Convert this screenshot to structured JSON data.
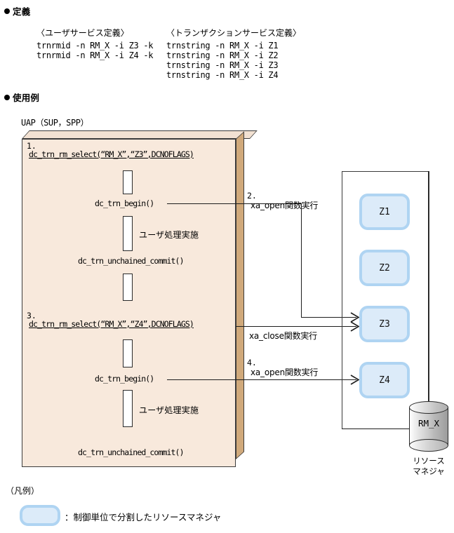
{
  "sections": {
    "definition_heading": "定義",
    "usage_heading": "使用例",
    "legend_heading": "（凡例）"
  },
  "definition": {
    "user_service": {
      "title": "〈ユーザサービス定義〉",
      "lines": [
        "trnrmid -n RM_X -i Z3 -k",
        "trnrmid -n RM_X -i Z4 -k"
      ]
    },
    "transaction_service": {
      "title": "〈トランザクションサービス定義〉",
      "lines": [
        "trnstring -n RM_X -i Z1",
        "trnstring -n RM_X -i Z2",
        "trnstring -n RM_X -i Z3",
        "trnstring -n RM_X -i Z4"
      ]
    }
  },
  "uap": {
    "caption": "UAP（SUP，SPP）",
    "steps": [
      {
        "num": "1.",
        "code": "dc_trn_rm_select(“RM_X”,“Z3”,DCNOFLAGS)"
      },
      {
        "num": "3.",
        "code": "dc_trn_rm_select(“RM_X”,“Z4”,DCNOFLAGS)"
      }
    ],
    "calls": {
      "begin_1": "dc_trn_begin()",
      "commit_1": "dc_trn_unchained_commit()",
      "begin_2": "dc_trn_begin()",
      "commit_2": "dc_trn_unchained_commit()"
    },
    "user_process_1": "ユーザ処理実施",
    "user_process_2": "ユーザ処理実施"
  },
  "connectors": [
    {
      "num": "2.",
      "label": "xa_open関数実行"
    },
    {
      "num": "",
      "label": "xa_close関数実行"
    },
    {
      "num": "4.",
      "label": "xa_open関数実行"
    }
  ],
  "resource_manager": {
    "units": [
      "Z1",
      "Z2",
      "Z3",
      "Z4"
    ],
    "db_label": "RM_X",
    "caption_line1": "リソース",
    "caption_line2": "マネジャ"
  },
  "legend": {
    "swatch_description": "：制御単位で分割したリソースマネジャ"
  },
  "colors": {
    "uap_face": "#F8E9DC",
    "uap_side": "#D0A97B",
    "unit_fill": "#DCEBF9",
    "unit_border": "#AFD4F2",
    "line": "#1d1d1d"
  }
}
